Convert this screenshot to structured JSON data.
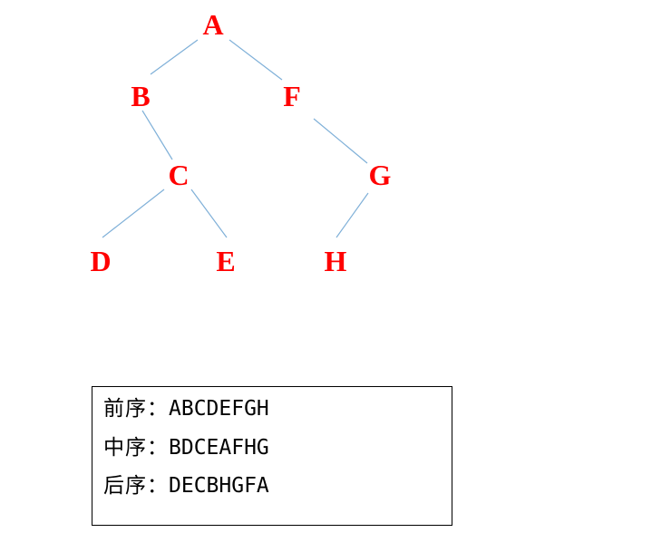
{
  "tree": {
    "nodes": [
      "A",
      "B",
      "F",
      "C",
      "G",
      "D",
      "E",
      "H"
    ],
    "edges": [
      [
        "A",
        "B"
      ],
      [
        "A",
        "F"
      ],
      [
        "B",
        "C"
      ],
      [
        "F",
        "G"
      ],
      [
        "C",
        "D"
      ],
      [
        "C",
        "E"
      ],
      [
        "G",
        "H"
      ]
    ]
  },
  "traversals": [
    {
      "label": "前序：",
      "sequence": "ABCDEFGH"
    },
    {
      "label": "中序：",
      "sequence": "BDCEAFHG"
    },
    {
      "label": "后序：",
      "sequence": "DECBHGFA"
    }
  ],
  "colors": {
    "node_text": "#ff0000",
    "edge": "#7fb0d8",
    "box_border": "#000000"
  }
}
